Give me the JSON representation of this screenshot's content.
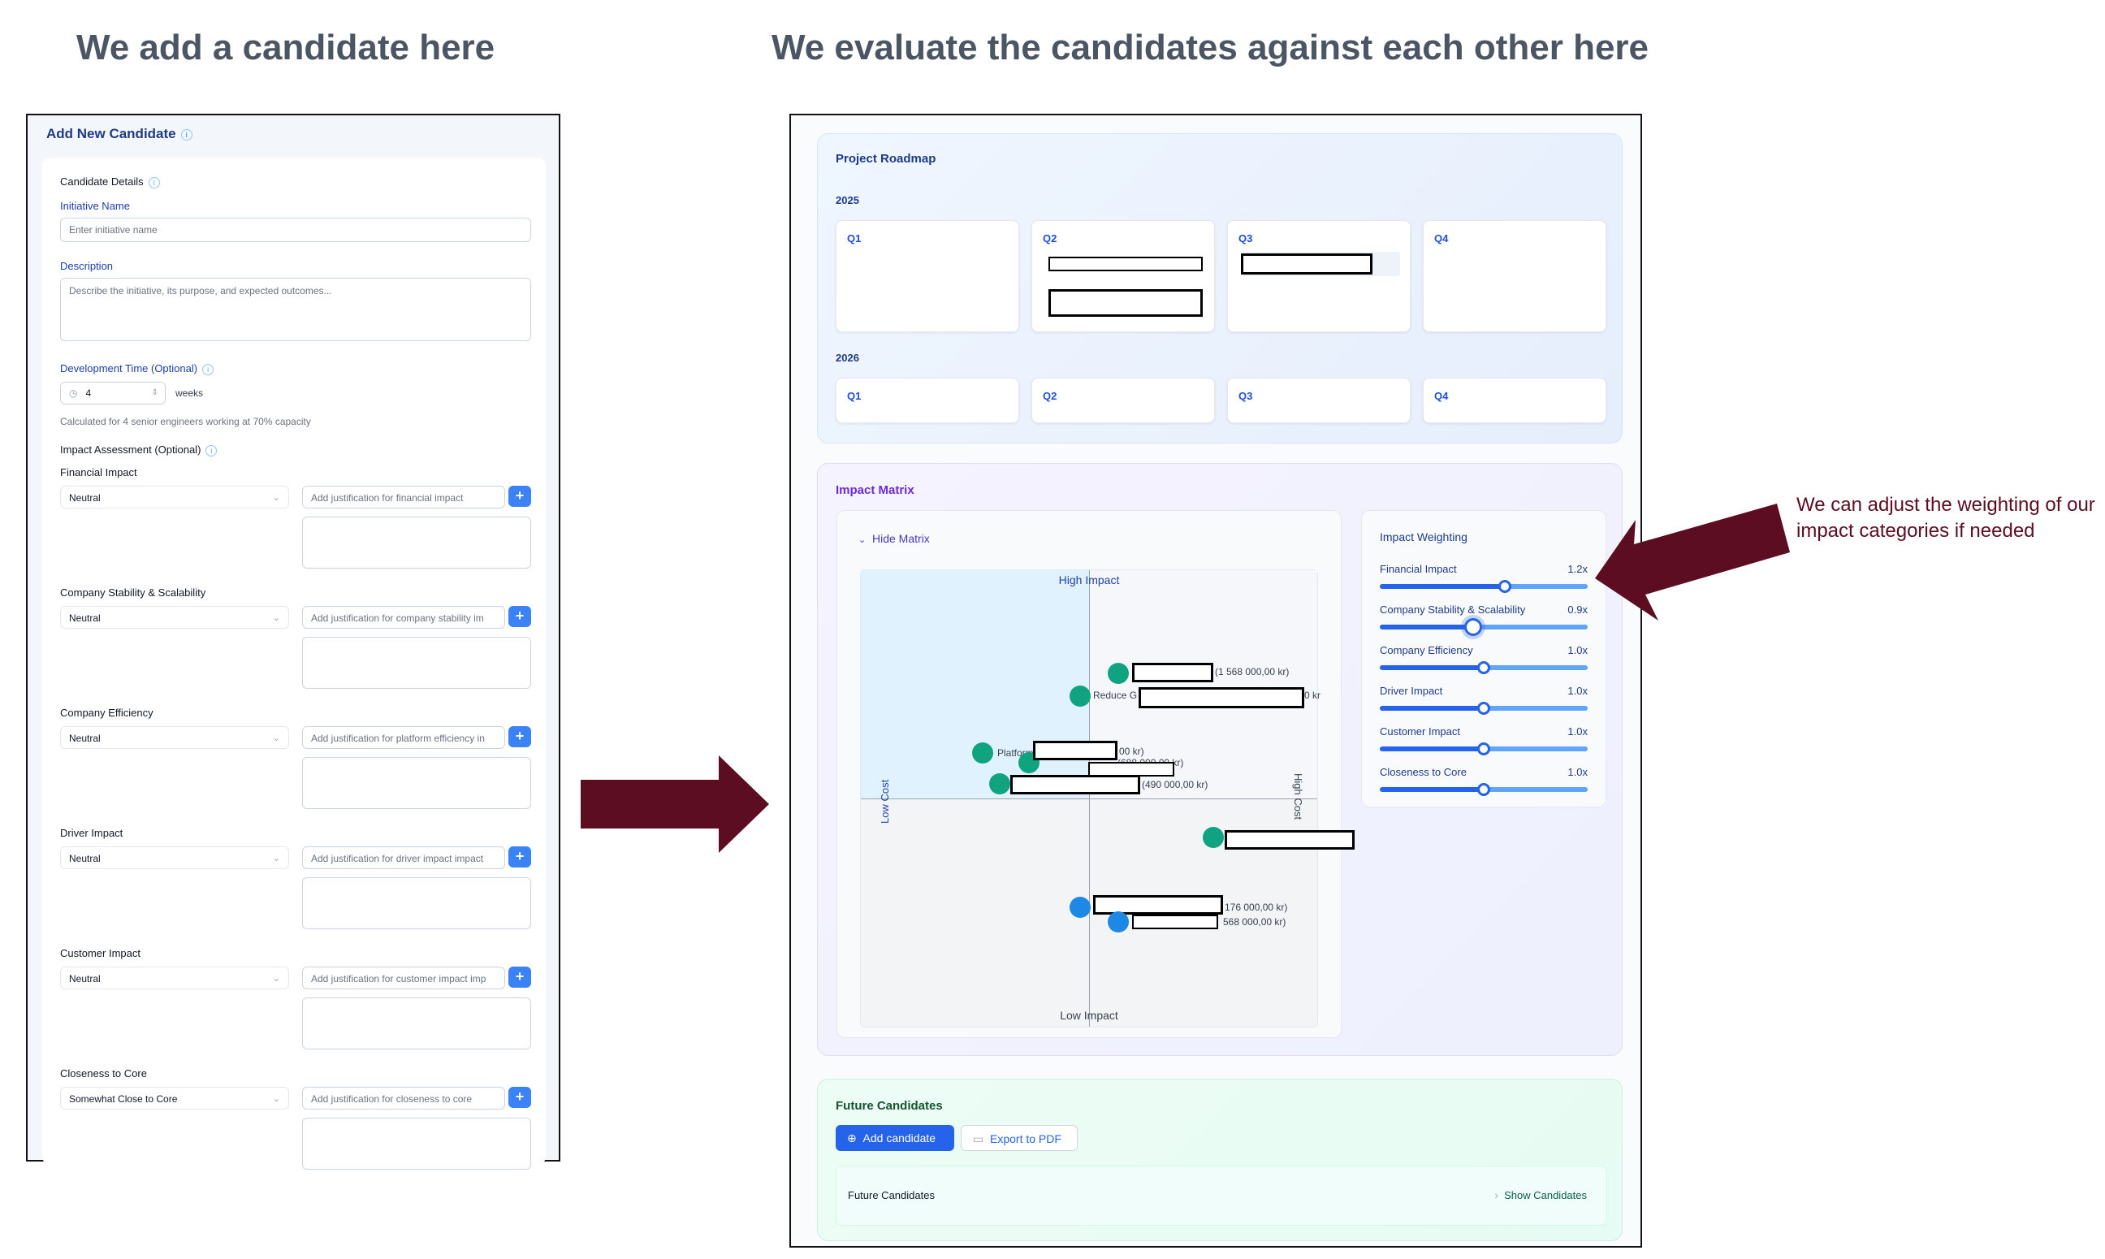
{
  "headings": {
    "left": "We add a candidate here",
    "right": "We evaluate the candidates against each other here"
  },
  "form": {
    "title": "Add New Candidate",
    "section_details": "Candidate Details",
    "initiative_label": "Initiative Name",
    "initiative_placeholder": "Enter initiative name",
    "description_label": "Description",
    "description_placeholder": "Describe the initiative, its purpose, and expected outcomes...",
    "dev_time_label": "Development Time (Optional)",
    "dev_time_value": "4",
    "dev_time_unit": "weeks",
    "dev_time_hint": "Calculated for 4 senior engineers working at 70% capacity",
    "impact_section": "Impact Assessment (Optional)",
    "add_symbol": "+",
    "impacts": [
      {
        "label": "Financial Impact",
        "value": "Neutral",
        "placeholder": "Add justification for financial impact"
      },
      {
        "label": "Company Stability & Scalability",
        "value": "Neutral",
        "placeholder": "Add justification for company stability im"
      },
      {
        "label": "Company Efficiency",
        "value": "Neutral",
        "placeholder": "Add justification for platform efficiency in"
      },
      {
        "label": "Driver Impact",
        "value": "Neutral",
        "placeholder": "Add justification for driver impact impact"
      },
      {
        "label": "Customer Impact",
        "value": "Neutral",
        "placeholder": "Add justification for customer impact imp"
      },
      {
        "label": "Closeness to Core",
        "value": "Somewhat Close to Core",
        "placeholder": "Add justification for closeness to core"
      }
    ]
  },
  "roadmap": {
    "title": "Project Roadmap",
    "years": [
      {
        "year": "2025",
        "quarters": [
          "Q1",
          "Q2",
          "Q3",
          "Q4"
        ]
      },
      {
        "year": "2026",
        "quarters": [
          "Q1",
          "Q2",
          "Q3",
          "Q4"
        ]
      }
    ]
  },
  "matrix": {
    "title": "Impact Matrix",
    "toggle": "Hide Matrix",
    "axis_top": "High Impact",
    "axis_bottom": "Low Impact",
    "axis_left": "Low Cost",
    "axis_right": "High Cost",
    "labels": {
      "l1": "(1 568 000,00 kr)",
      "l2": "Reduce G",
      "l3": "0 kr",
      "l4": "Platform",
      "l5": "00 kr)",
      "l6": "(688 000,00 kr)",
      "l7": "(490 000,00 kr)",
      "l8": "176 000,00 kr)",
      "l9": "568 000,00 kr)"
    }
  },
  "weighting": {
    "title": "Impact Weighting",
    "rows": [
      {
        "label": "Financial Impact",
        "value": "1.2x",
        "level": 0.6
      },
      {
        "label": "Company Stability & Scalability",
        "value": "0.9x",
        "level": 0.45
      },
      {
        "label": "Company Efficiency",
        "value": "1.0x",
        "level": 0.5
      },
      {
        "label": "Driver Impact",
        "value": "1.0x",
        "level": 0.5
      },
      {
        "label": "Customer Impact",
        "value": "1.0x",
        "level": 0.5
      },
      {
        "label": "Closeness to Core",
        "value": "1.0x",
        "level": 0.5
      }
    ]
  },
  "future": {
    "title": "Future Candidates",
    "add_button": "Add candidate",
    "export_button": "Export to PDF",
    "list_title": "Future Candidates",
    "show_button": "Show Candidates"
  },
  "annotation": {
    "line1": "We can adjust the weighting of our",
    "line2": "impact categories if needed"
  },
  "colors": {
    "arrow": "#5c0d22",
    "accent": "#3b82f6",
    "dot_green": "#10a37f",
    "dot_blue": "#1e88e5"
  }
}
